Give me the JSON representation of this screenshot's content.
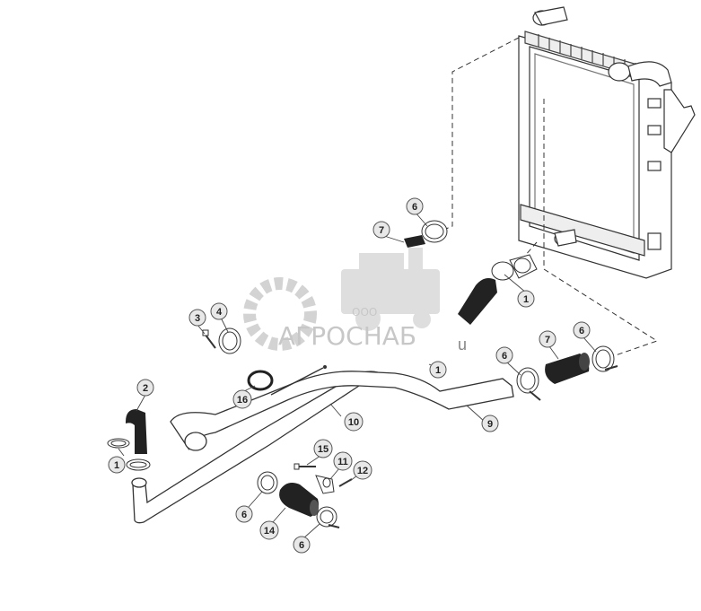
{
  "watermark": {
    "company_prefix": "ООО",
    "company_name": "АГРОСНАБ",
    "suffix": "u"
  },
  "callouts": [
    {
      "id": "c6a",
      "label": "6"
    },
    {
      "id": "c7a",
      "label": "7"
    },
    {
      "id": "c1a",
      "label": "1"
    },
    {
      "id": "c3",
      "label": "3"
    },
    {
      "id": "c4",
      "label": "4"
    },
    {
      "id": "c1b",
      "label": "1"
    },
    {
      "id": "c6b",
      "label": "6"
    },
    {
      "id": "c7b",
      "label": "7"
    },
    {
      "id": "c6c",
      "label": "6"
    },
    {
      "id": "c2",
      "label": "2"
    },
    {
      "id": "c16",
      "label": "16"
    },
    {
      "id": "c10",
      "label": "10"
    },
    {
      "id": "c9",
      "label": "9"
    },
    {
      "id": "c1c",
      "label": "1"
    },
    {
      "id": "c15",
      "label": "15"
    },
    {
      "id": "c11",
      "label": "11"
    },
    {
      "id": "c12",
      "label": "12"
    },
    {
      "id": "c6d",
      "label": "6"
    },
    {
      "id": "c14",
      "label": "14"
    },
    {
      "id": "c6e",
      "label": "6"
    }
  ]
}
